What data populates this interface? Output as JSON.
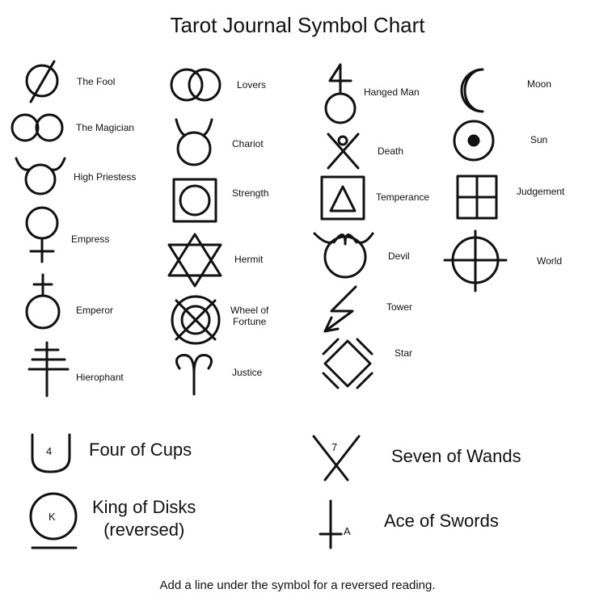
{
  "title": "Tarot Journal Symbol Chart",
  "symbols": [
    {
      "label": "The Fool",
      "icon": "circle-slash-icon"
    },
    {
      "label": "The Magician",
      "icon": "double-circle-icon"
    },
    {
      "label": "High Priestess",
      "icon": "horned-circle-icon"
    },
    {
      "label": "Empress",
      "icon": "venus-icon"
    },
    {
      "label": "Emperor",
      "icon": "circle-cross-above-icon"
    },
    {
      "label": "Hierophant",
      "icon": "triple-cross-icon"
    },
    {
      "label": "Lovers",
      "icon": "overlapping-circles-icon"
    },
    {
      "label": "Chariot",
      "icon": "horned-circle-icon"
    },
    {
      "label": "Strength",
      "icon": "square-circle-icon"
    },
    {
      "label": "Hermit",
      "icon": "hexagram-icon"
    },
    {
      "label": "Wheel of",
      "label2": "Fortune",
      "icon": "wheel-icon"
    },
    {
      "label": "Justice",
      "icon": "aries-icon"
    },
    {
      "label": "Hanged Man",
      "icon": "four-circle-icon"
    },
    {
      "label": "Death",
      "icon": "stick-figure-icon"
    },
    {
      "label": "Temperance",
      "icon": "square-triangle-icon"
    },
    {
      "label": "Devil",
      "icon": "ram-horns-circle-icon"
    },
    {
      "label": "Tower",
      "icon": "lightning-icon"
    },
    {
      "label": "Star",
      "icon": "crossed-diamond-icon"
    },
    {
      "label": "Moon",
      "icon": "crescent-moon-icon"
    },
    {
      "label": "Sun",
      "icon": "sun-dot-icon"
    },
    {
      "label": "Judgement",
      "icon": "window-square-icon"
    },
    {
      "label": "World",
      "icon": "crosshair-icon"
    }
  ],
  "examples": [
    {
      "label": "Four of Cups",
      "glyph": "4",
      "icon": "cup-icon"
    },
    {
      "label": "Seven of Wands",
      "glyph": "7",
      "icon": "crossed-wands-icon"
    },
    {
      "label": "King of Disks",
      "label2": "(reversed)",
      "glyph": "K",
      "icon": "disk-reversed-icon"
    },
    {
      "label": "Ace of Swords",
      "glyph": "A",
      "icon": "sword-icon"
    }
  ],
  "footer": "Add a line under the symbol for a reversed reading.",
  "colors": {
    "ink": "#111111",
    "background": "#ffffff"
  }
}
